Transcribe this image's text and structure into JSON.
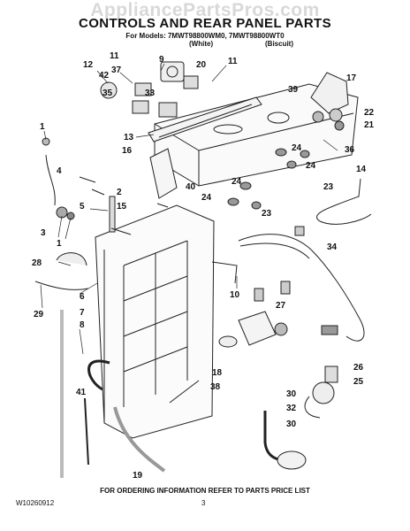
{
  "watermark": "AppliancePartsPros.com",
  "title": "CONTROLS AND REAR PANEL PARTS",
  "models": "For Models: 7MWT98800WM0, 7MWT98800WT0",
  "variant_white": "(White)",
  "variant_biscuit": "(Biscuit)",
  "footer_note": "FOR ORDERING INFORMATION REFER TO PARTS PRICE LIST",
  "doc_number": "W10260912",
  "page_number": "3",
  "callouts": {
    "c1a": "1",
    "c1b": "1",
    "c2": "2",
    "c3": "3",
    "c4": "4",
    "c5": "5",
    "c6": "6",
    "c7": "7",
    "c8": "8",
    "c9": "9",
    "c10": "10",
    "c11a": "11",
    "c11b": "11",
    "c12": "12",
    "c13": "13",
    "c14": "14",
    "c15": "15",
    "c16": "16",
    "c17": "17",
    "c18": "18",
    "c19": "19",
    "c20": "20",
    "c21": "21",
    "c22": "22",
    "c23a": "23",
    "c23b": "23",
    "c24a": "24",
    "c24b": "24",
    "c24c": "24",
    "c24d": "24",
    "c25": "25",
    "c26": "26",
    "c27": "27",
    "c28": "28",
    "c29": "29",
    "c30a": "30",
    "c30b": "30",
    "c32": "32",
    "c33": "33",
    "c34": "34",
    "c35": "35",
    "c36": "36",
    "c37": "37",
    "c38": "38",
    "c39": "39",
    "c40": "40",
    "c41": "41",
    "c42": "42"
  }
}
